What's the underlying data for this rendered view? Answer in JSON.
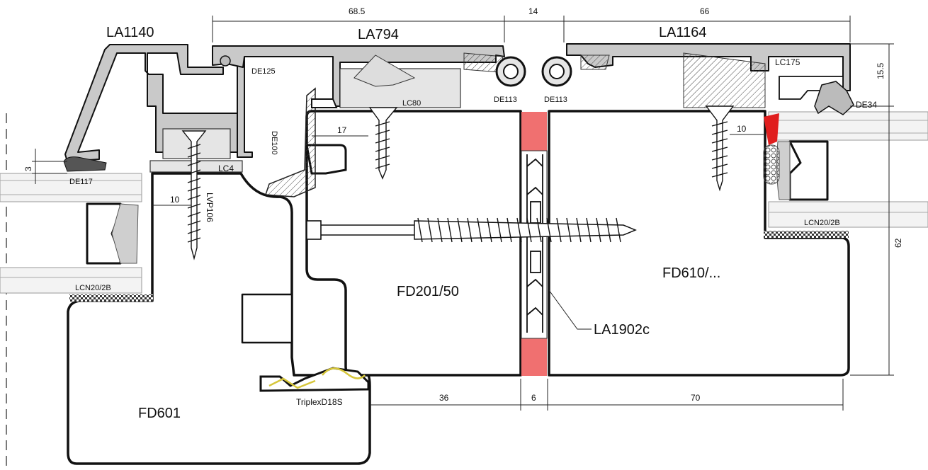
{
  "labels": {
    "la1140": "LA1140",
    "la794": "LA794",
    "la1164": "LA1164",
    "de125": "DE125",
    "de113_left": "DE113",
    "de113_right": "DE113",
    "lc175": "LC175",
    "de34": "DE34",
    "lc80": "LC80",
    "de100": "DE100",
    "lc4": "LC4",
    "de117": "DE117",
    "lvp106": "LVP106",
    "lcn_left": "LCN20/2B",
    "lcn_right": "LCN20/2B",
    "fd201": "FD201/50",
    "fd610": "FD610/...",
    "fd601": "FD601",
    "la1902c": "LA1902c",
    "triplex": "TriplexD18S"
  },
  "dimensions": {
    "d68_5": "68.5",
    "d14": "14",
    "d66": "66",
    "d15_5": "15.5",
    "d62": "62",
    "d3": "3",
    "d17": "17",
    "d10_left": "10",
    "d10_right": "10",
    "d36": "36",
    "d6": "6",
    "d70": "70"
  },
  "colors": {
    "gap_seal": "#f07070",
    "red_sealant": "#e01e1e",
    "aluminium": "#c9c9c9"
  }
}
